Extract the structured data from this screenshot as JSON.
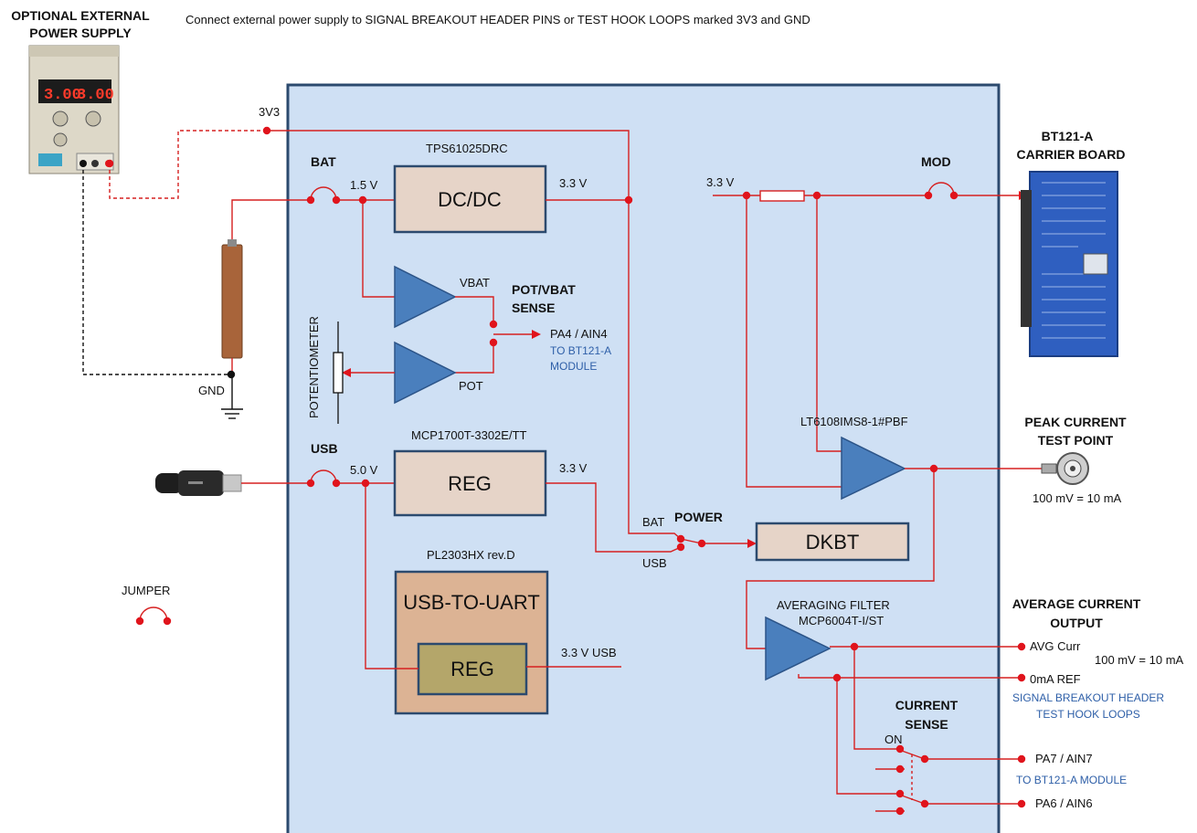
{
  "header": {
    "external_supply_title_1": "OPTIONAL  EXTERNAL",
    "external_supply_title_2": "POWER SUPPLY",
    "instruction": "Connect  external  power  supply  to  SIGNAL BREAKOUT HEADER PINS or TEST HOOK LOOPS marked 3V3 and GND",
    "psu_display_left": "3.00",
    "psu_display_right": "3.00"
  },
  "labels": {
    "net_3v3": "3V3",
    "gnd": "GND",
    "bat": "BAT",
    "usb": "USB",
    "jumper": "JUMPER",
    "potentiometer": "POTENTIOMETER",
    "v_1_5": "1.5 V",
    "v_5_0": "5.0 V",
    "v_3_3_dcdc": "3.3 V",
    "v_3_3_reg": "3.3 V",
    "v_3_3_usb": "3.3 V USB",
    "v_3_3_mod": "3.3 V",
    "vbat": "VBAT",
    "pot": "POT",
    "pot_vbat_sense_1": "POT/VBAT",
    "pot_vbat_sense_2": "SENSE",
    "pa4": "PA4 / AIN4",
    "to_module_1": "TO BT121-A",
    "to_module_2": "MODULE",
    "power": "POWER",
    "power_bat": "BAT",
    "power_usb": "USB",
    "mod": "MOD",
    "carrier_1": "BT121-A",
    "carrier_2": "CARRIER BOARD",
    "peak_1": "PEAK CURRENT",
    "peak_2": "TEST  POINT",
    "peak_scale": "100 mV = 10 mA",
    "avg_out_1": "AVERAGE CURRENT",
    "avg_out_2": "OUTPUT",
    "avg_curr": "AVG Curr",
    "avg_scale": "100 mV = 10 mA",
    "ref_0ma": "0mA REF",
    "breakout_1": "SIGNAL BREAKOUT HEADER",
    "breakout_2": "TEST HOOK LOOPS",
    "current_sense_1": "CURRENT",
    "current_sense_2": "SENSE",
    "cs_on": "ON",
    "pa7": "PA7 / AIN7",
    "pa6": "PA6 / AIN6",
    "to_module_full": "TO BT121-A MODULE"
  },
  "blocks": {
    "dcdc_part": "TPS61025DRC",
    "dcdc_label": "DC/DC",
    "reg_part": "MCP1700T-3302E/TT",
    "reg_label": "REG",
    "uart_part": "PL2303HX rev.D",
    "uart_label": "USB-TO-UART",
    "uart_reg_label": "REG",
    "dkbt_label": "DKBT",
    "lt_part": "LT6108IMS8-1#PBF",
    "filter_label": "AVERAGING FILTER",
    "filter_part": "MCP6004T-I/ST"
  },
  "colors": {
    "board": "#cfe0f4",
    "wire": "#d62020",
    "amplifier": "#4a7fbd",
    "block_fill": "#e6d4c8",
    "uart_fill": "#dcb394",
    "reg_inner": "#b4a66a",
    "annotation_blue": "#2e5fa8"
  }
}
